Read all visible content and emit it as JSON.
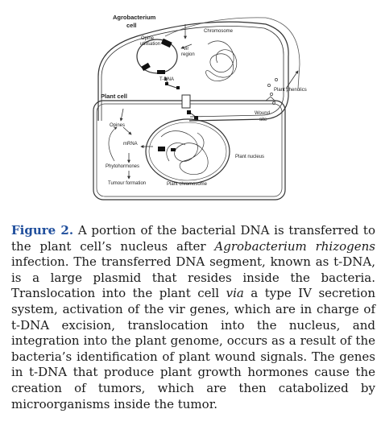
{
  "figure": {
    "labels": {
      "agrobacterium_cell": [
        "Agrobacterium",
        "cell"
      ],
      "opine_utilisation": [
        "Opine",
        "utilisation"
      ],
      "chromosome": "Chromosome",
      "vir_region": [
        "vir",
        "region"
      ],
      "t_dna": "T-DNA",
      "plant_phenolics": "Plant phenolics",
      "wound_site": [
        "Wound",
        "site"
      ],
      "plant_cell": "Plant cell",
      "opines": "Opines",
      "mrna": "mRNA",
      "phytohormones": "Phytohormones",
      "tumour_formation": "Tumour formation",
      "plant_nucleus": "Plant nucleus",
      "plant_chromosome": "Plant chromosome"
    }
  },
  "caption": {
    "label": "Figure 2.",
    "text_1": " A portion of the bacterial DNA is transferred to the plant cell’s nucleus after ",
    "italic_1": "Agrobacterium rhizogens",
    "text_2": " infection. The transferred DNA segment, known as t-DNA, is a large plasmid that resides inside the bacteria. Translocation into the plant cell ",
    "italic_2": "via",
    "text_3": " a type IV secretion system, activation of the vir genes, which are in charge of t-DNA excision, translocation into the nucleus, and integration into the plant genome, occurs as a result of the bacteria’s identification of plant wound signals. The genes in t-DNA that produce plant growth hormones cause the creation of tumors, which are then catabolized by microorganisms inside the tumor."
  }
}
